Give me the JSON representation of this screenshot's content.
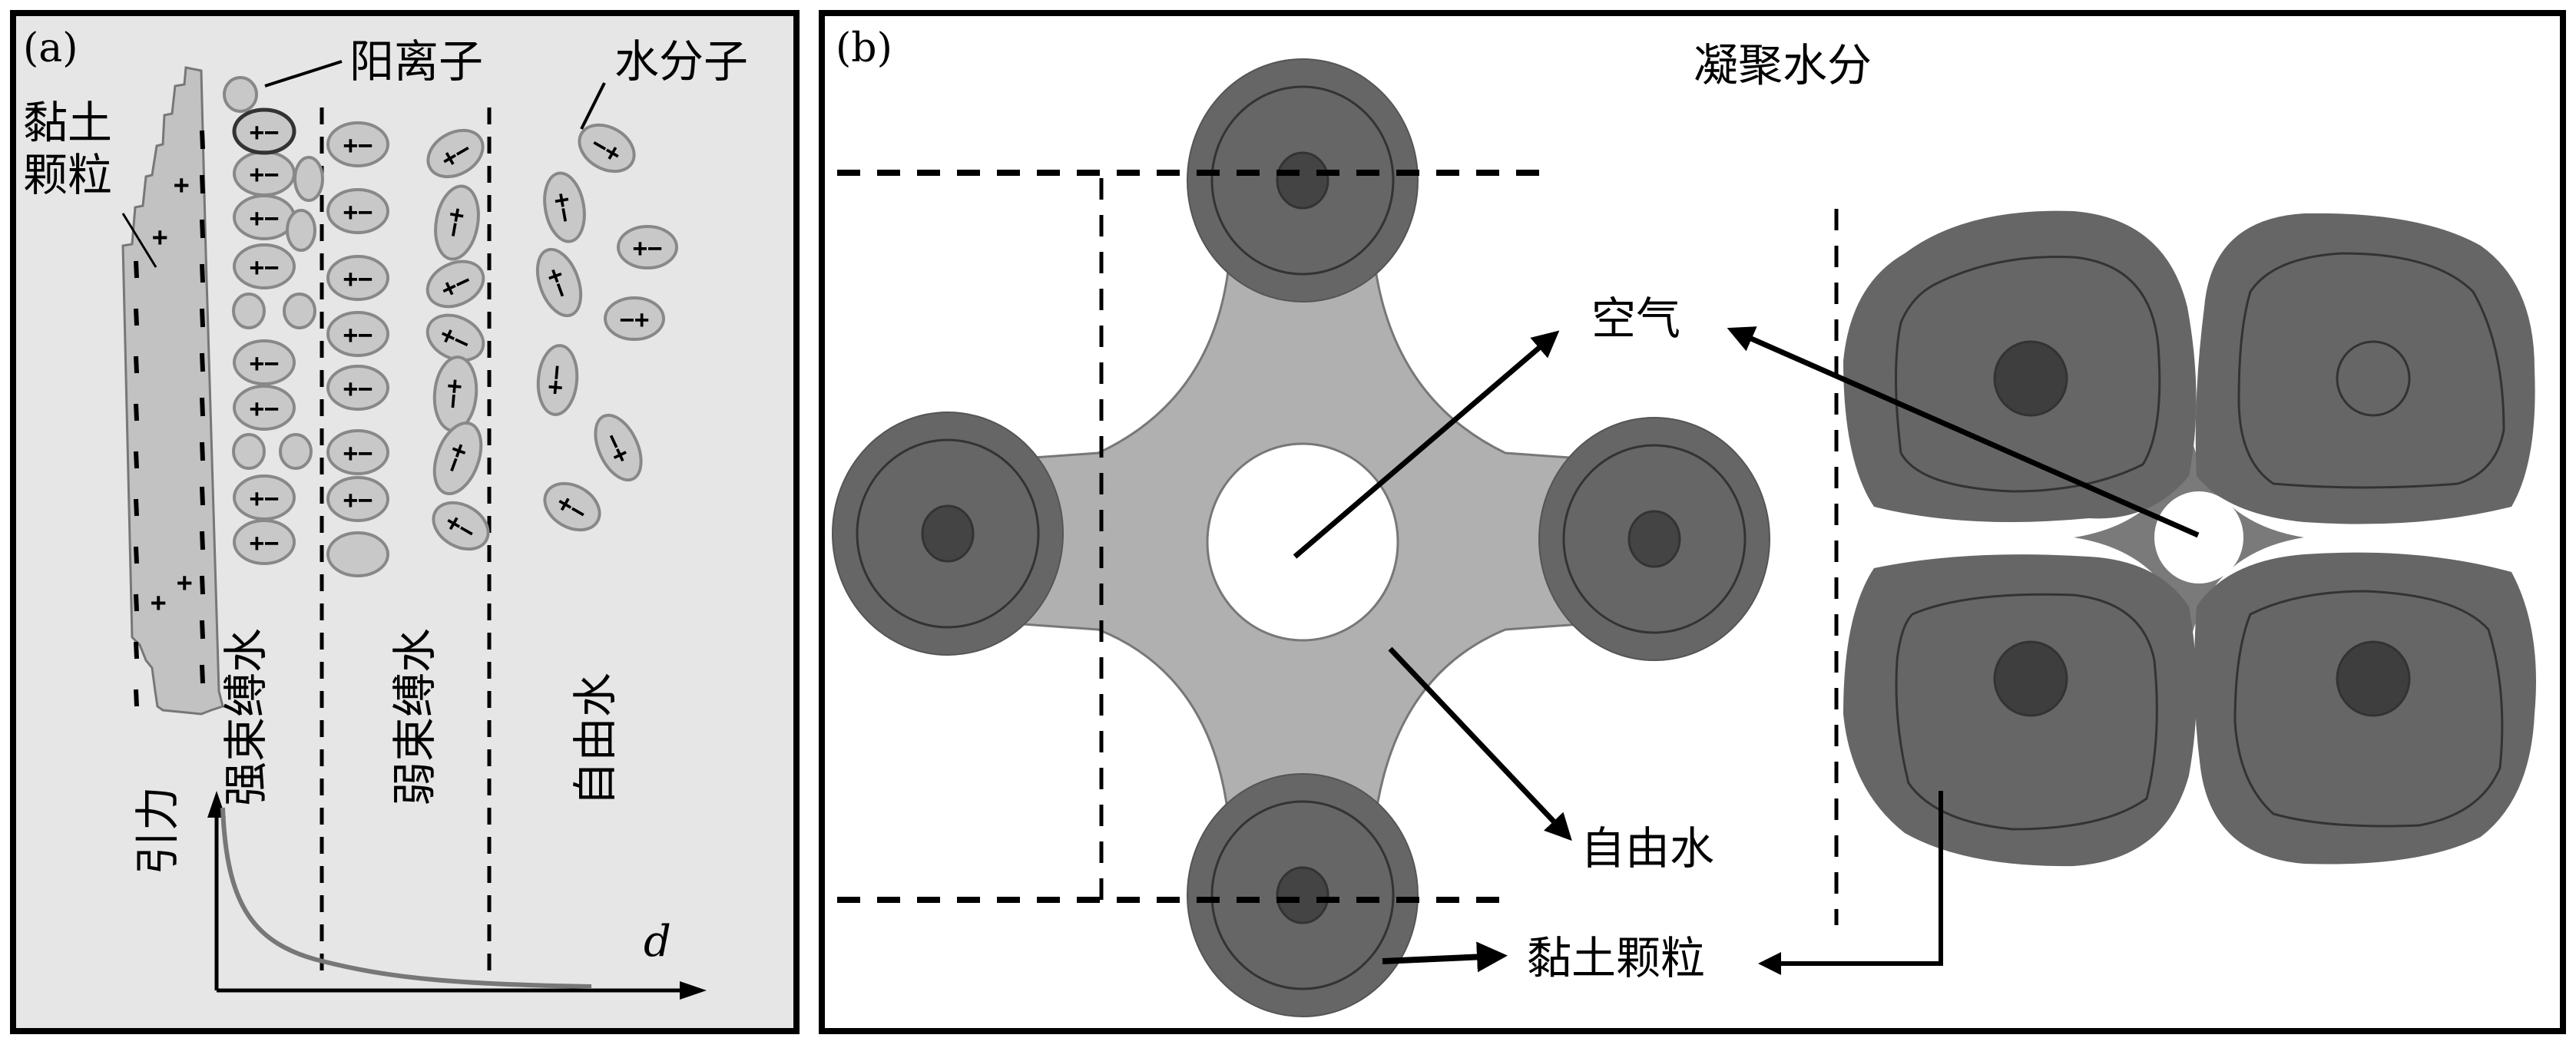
{
  "panel_a": {
    "label": "(a)",
    "clay_particle_label_line1": "黏土",
    "clay_particle_label_line2": "颗粒",
    "cation_label": "阳离子",
    "water_molecule_label": "水分子",
    "zones": [
      "强束缚水",
      "弱束缚水",
      "自由水"
    ],
    "graph": {
      "y_axis_label": "引力",
      "x_axis_label": "d"
    }
  },
  "panel_b": {
    "label": "(b)",
    "condensed_water_label": "凝聚水分",
    "air_label": "空气",
    "free_water_label": "自由水",
    "clay_particle_label": "黏土颗粒"
  },
  "colors": {
    "panel_a_bg": "#e6e6e6",
    "clay": "#c2c2c2",
    "molecule": "#c8c8c8",
    "particle_outer": "#666666",
    "particle_core": "#444444",
    "free_water": "#b0b0b0",
    "air": "#ffffff"
  }
}
